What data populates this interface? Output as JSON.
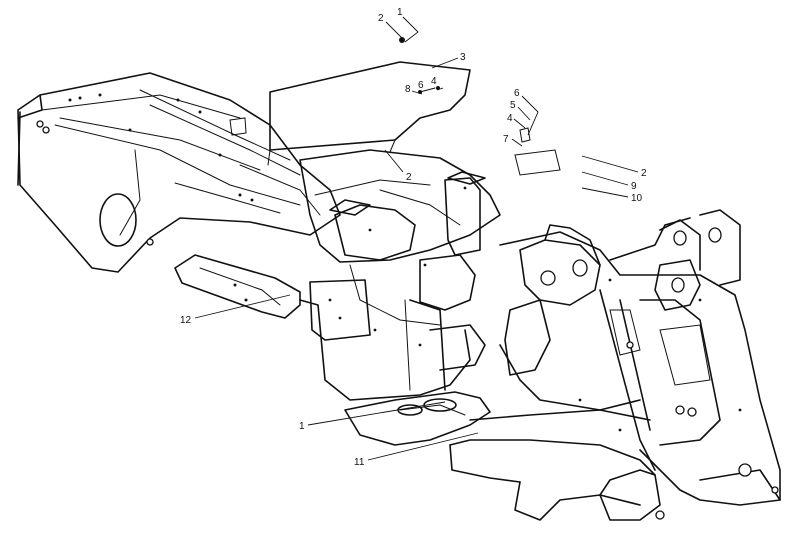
{
  "callouts": [
    {
      "id": "c1",
      "label": "1"
    },
    {
      "id": "c2",
      "label": "2"
    },
    {
      "id": "c3",
      "label": "3"
    },
    {
      "id": "c4",
      "label": "8"
    },
    {
      "id": "c5",
      "label": "6"
    },
    {
      "id": "c6",
      "label": "4"
    },
    {
      "id": "c7",
      "label": "2"
    },
    {
      "id": "c8",
      "label": "6"
    },
    {
      "id": "c9",
      "label": "5"
    },
    {
      "id": "c10",
      "label": "4"
    },
    {
      "id": "c11",
      "label": "7"
    },
    {
      "id": "c12",
      "label": "2"
    },
    {
      "id": "c13",
      "label": "9"
    },
    {
      "id": "c14",
      "label": "10"
    },
    {
      "id": "c15",
      "label": "12"
    },
    {
      "id": "c16",
      "label": "1"
    },
    {
      "id": "c17",
      "label": "11"
    }
  ]
}
